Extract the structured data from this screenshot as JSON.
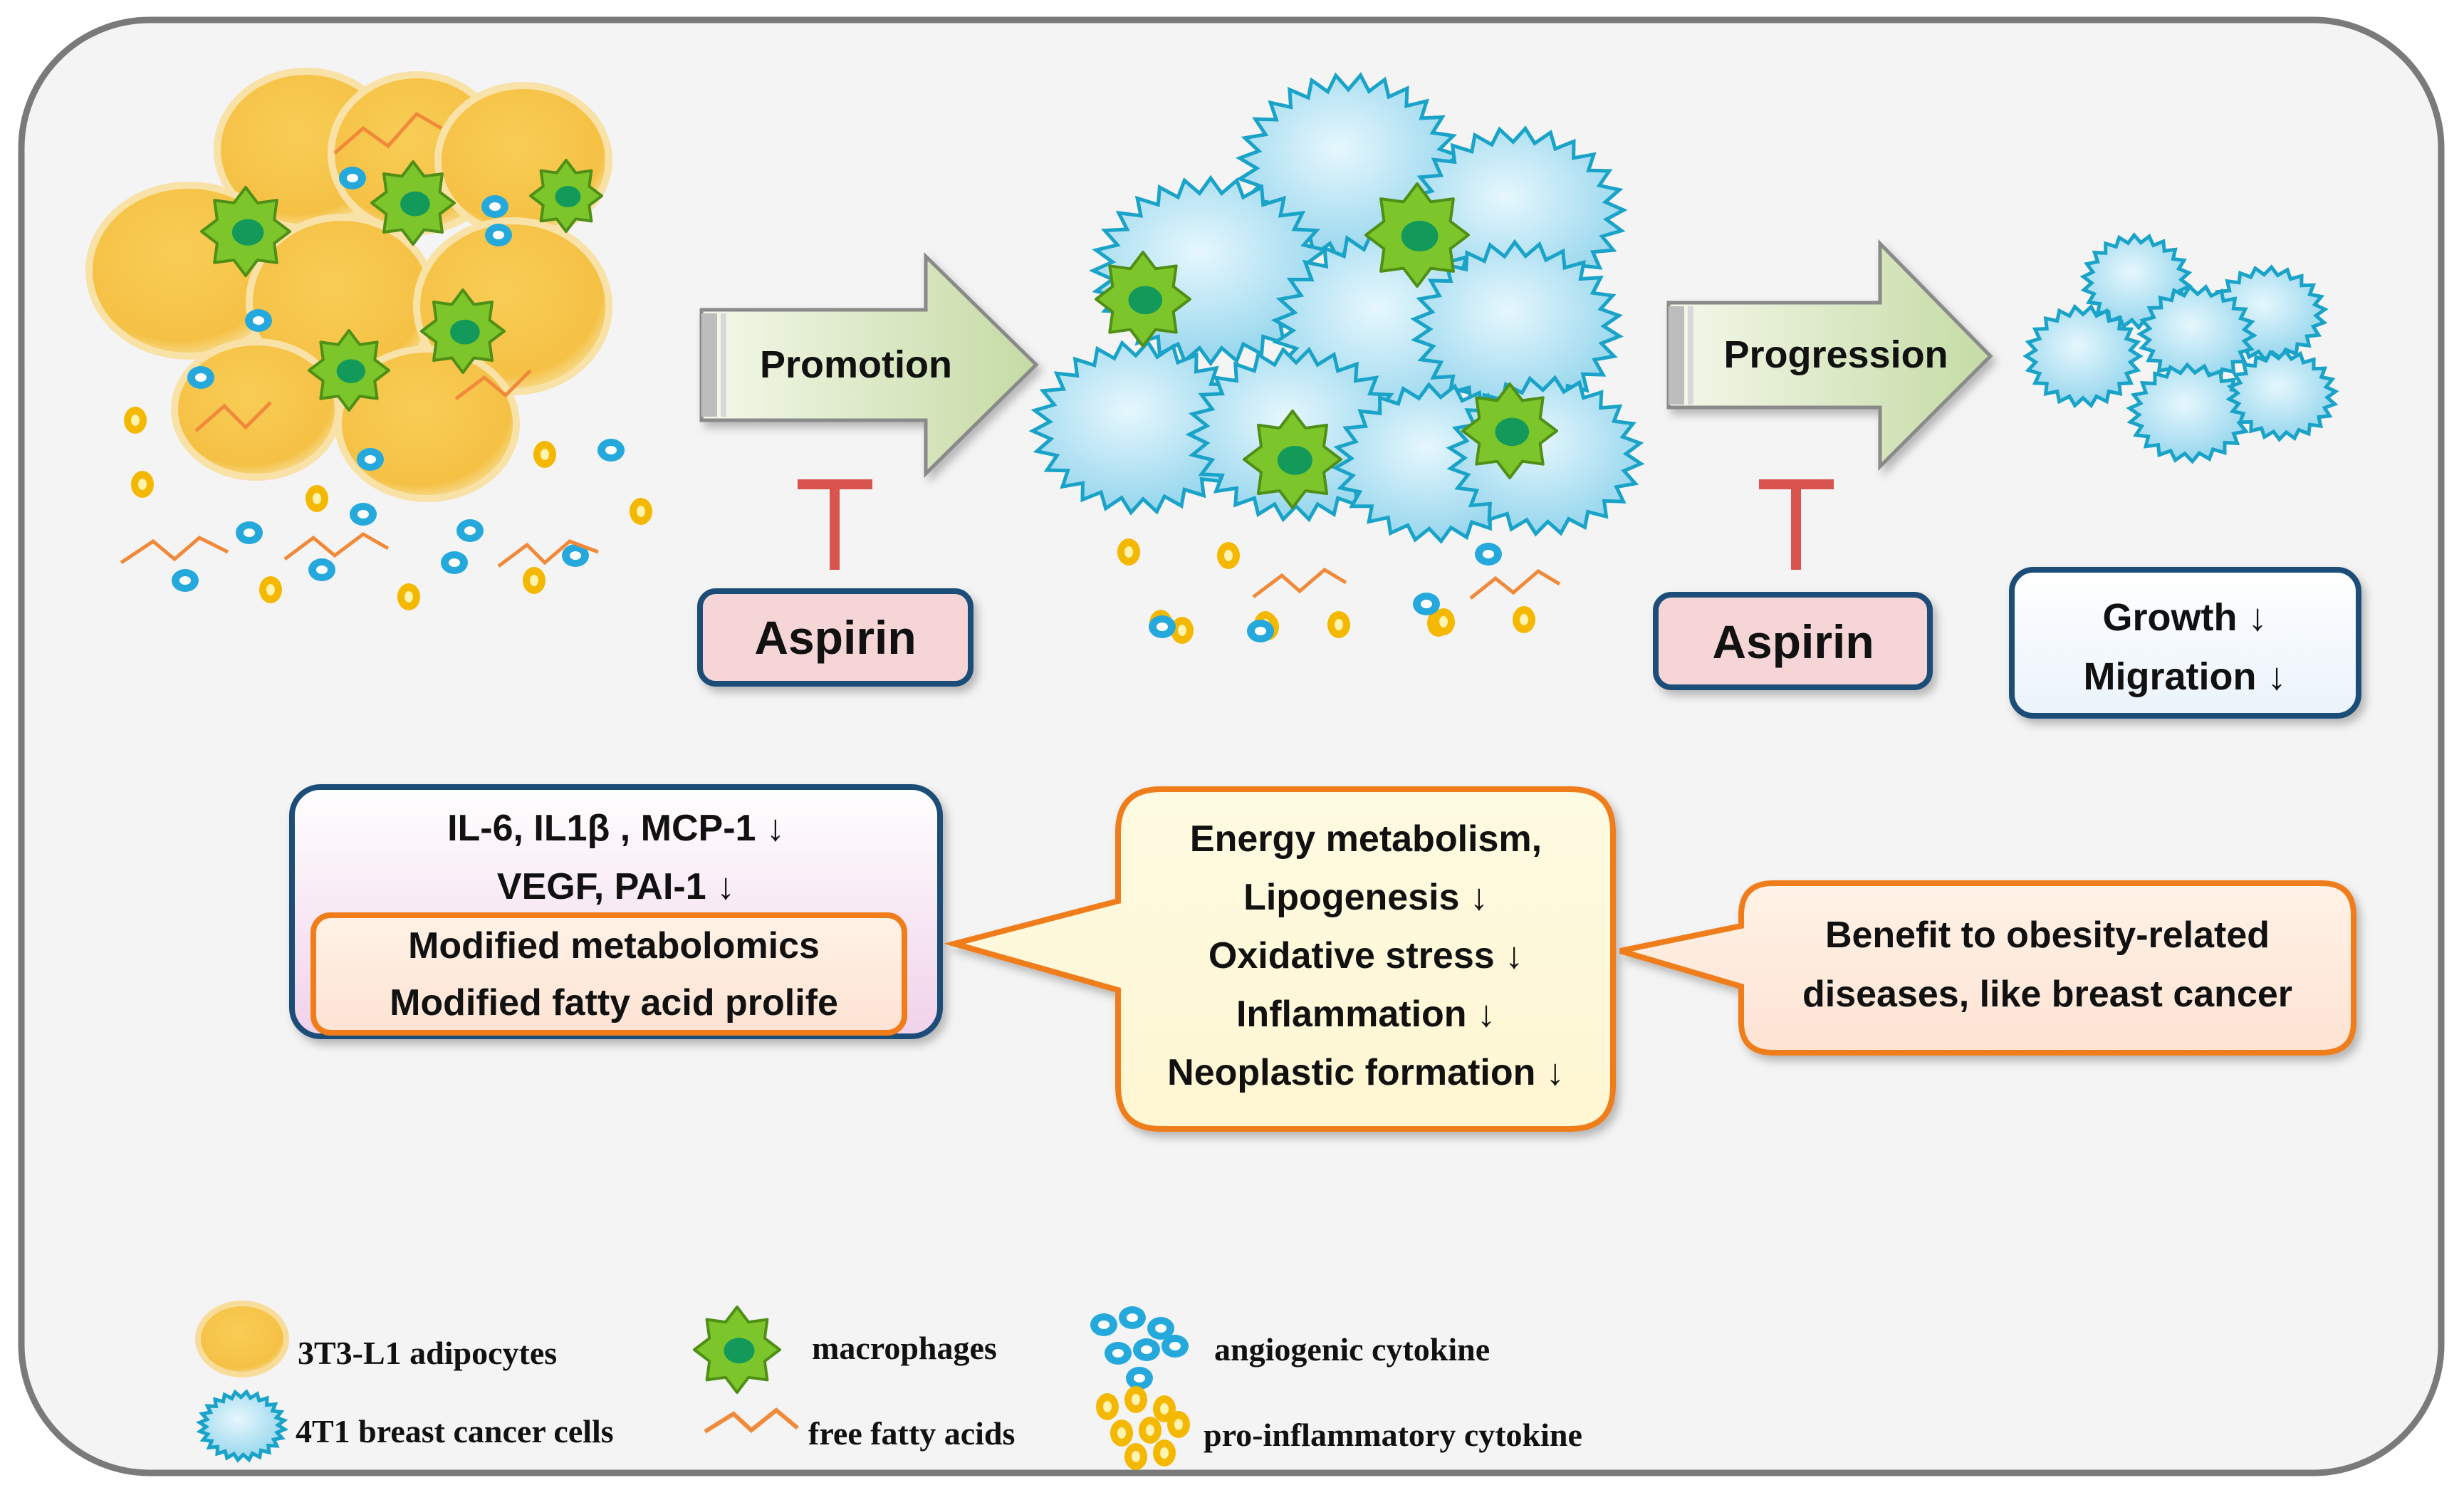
{
  "arrows": {
    "promotion": "Promotion",
    "progression": "Progression"
  },
  "inhibitors": {
    "aspirin_1": "Aspirin",
    "aspirin_2": "Aspirin"
  },
  "outcome": {
    "line1": "Growth ↓",
    "line2": "Migration ↓"
  },
  "box_left": {
    "line1": "IL-6,  IL1β , MCP-1 ↓",
    "line2": "VEGF, PAI-1 ↓",
    "line3": "Modified metabolomics",
    "line4": "Modified fatty acid prolife"
  },
  "box_middle": {
    "line1": "Energy metabolism,",
    "line2": "Lipogenesis ↓",
    "line3": "Oxidative stress ↓",
    "line4": "Inflammation ↓",
    "line5": "Neoplastic formation ↓"
  },
  "box_right": {
    "line1": "Benefit to  obesity-related",
    "line2": "diseases, like breast cancer"
  },
  "legend": {
    "adipocytes": "3T3-L1 adipocytes",
    "macrophages": "macrophages",
    "angiogenic": "angiogenic cytokine",
    "cancer_cells": "4T1 breast cancer cells",
    "fatty_acids": "free fatty acids",
    "proinflammatory": "pro-inflammatory cytokine"
  },
  "colors": {
    "adipocyte": "#f5c145",
    "cancer_cell": "#9fdcf0",
    "cancer_edge": "#1aa3c8",
    "macrophage": "#7cc52a",
    "nucleus": "#139a5a",
    "aspirin_fill": "#f5d5d5",
    "inhibitor_red": "#d9534f",
    "orange_border": "#f07d1a",
    "blue_border": "#1f4e79"
  }
}
